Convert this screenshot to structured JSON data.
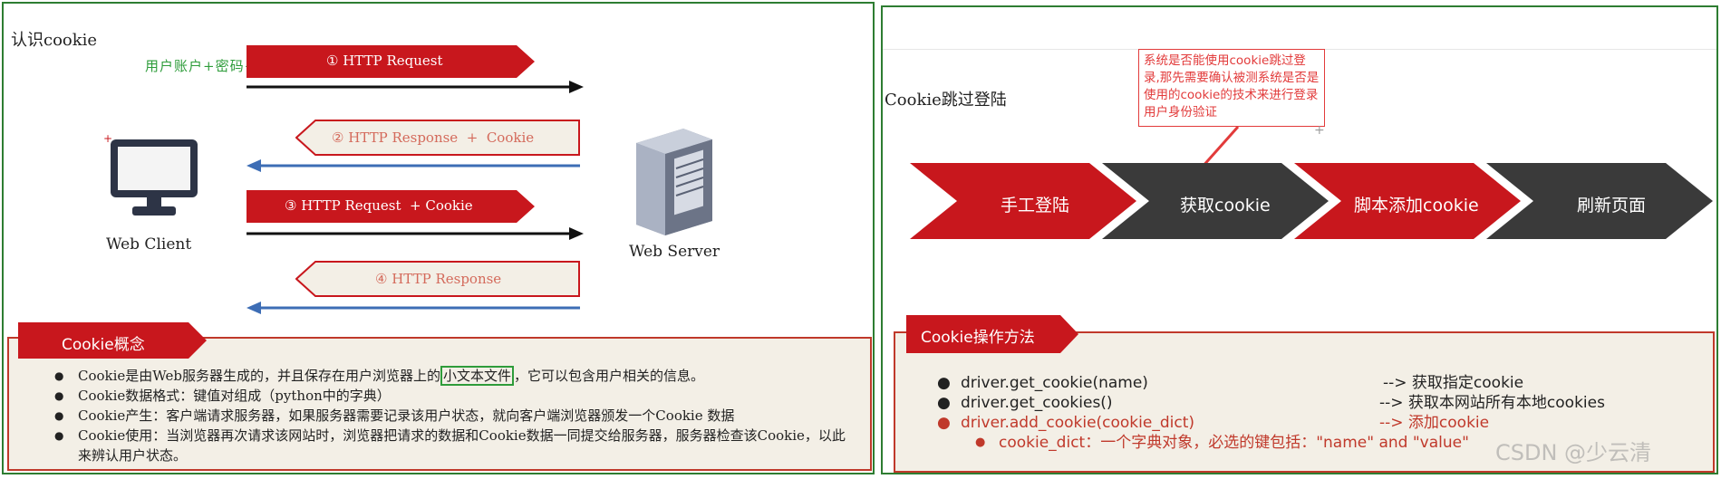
{
  "left": {
    "title": "认识cookie",
    "credentials_label": "用户账户+密码+验证码",
    "steps": [
      {
        "label": "① HTTP Request"
      },
      {
        "label": "② HTTP Response  +  Cookie"
      },
      {
        "label": "③ HTTP Request  + Cookie"
      },
      {
        "label": "④ HTTP Response"
      }
    ],
    "client_label": "Web Client",
    "server_label": "Web Server",
    "concept": {
      "tag": "Cookie概念",
      "bullets": [
        {
          "before": "Cookie是由Web服务器生成的，并且保存在用户浏览器上的",
          "highlight": "小文本文件",
          "after": "，它可以包含用户相关的信息。"
        },
        {
          "text": "Cookie数据格式：键值对组成（python中的字典）"
        },
        {
          "text": "Cookie产生：客户端请求服务器，如果服务器需要记录该用户状态，就向客户端浏览器颁发一个Cookie 数据"
        },
        {
          "text": "Cookie使用：当浏览器再次请求该网站时，浏览器把请求的数据和Cookie数据一同提交给服务器，服务器检查该Cookie，以此来辨认用户状态。"
        }
      ]
    }
  },
  "right": {
    "title": "Cookie跳过登陆",
    "callout": "系统是否能使用cookie跳过登录,那先需要确认被测系统是否是使用的cookie的技术来进行登录用户身份验证",
    "flow": [
      "手工登陆",
      "获取cookie",
      "脚本添加cookie",
      "刷新页面"
    ],
    "ops": {
      "tag": "Cookie操作方法",
      "methods": [
        {
          "code": "driver.get_cookie(name)",
          "desc": "--> 获取指定cookie"
        },
        {
          "code": "driver.get_cookies()",
          "desc": "--> 获取本网站所有本地cookies"
        },
        {
          "code": "driver.add_cookie(cookie_dict)",
          "desc": "--> 添加cookie"
        }
      ],
      "sub_bullet": "cookie_dict：一个字典对象，必选的键包括：\"name\" and \"value\""
    },
    "watermark": "CSDN @少云清"
  },
  "colors": {
    "red": "#c8171d",
    "dark": "#3c3c3c",
    "blue": "#3d6db5",
    "green_frame": "#2e7d32",
    "callout_red": "#e23b3b"
  }
}
